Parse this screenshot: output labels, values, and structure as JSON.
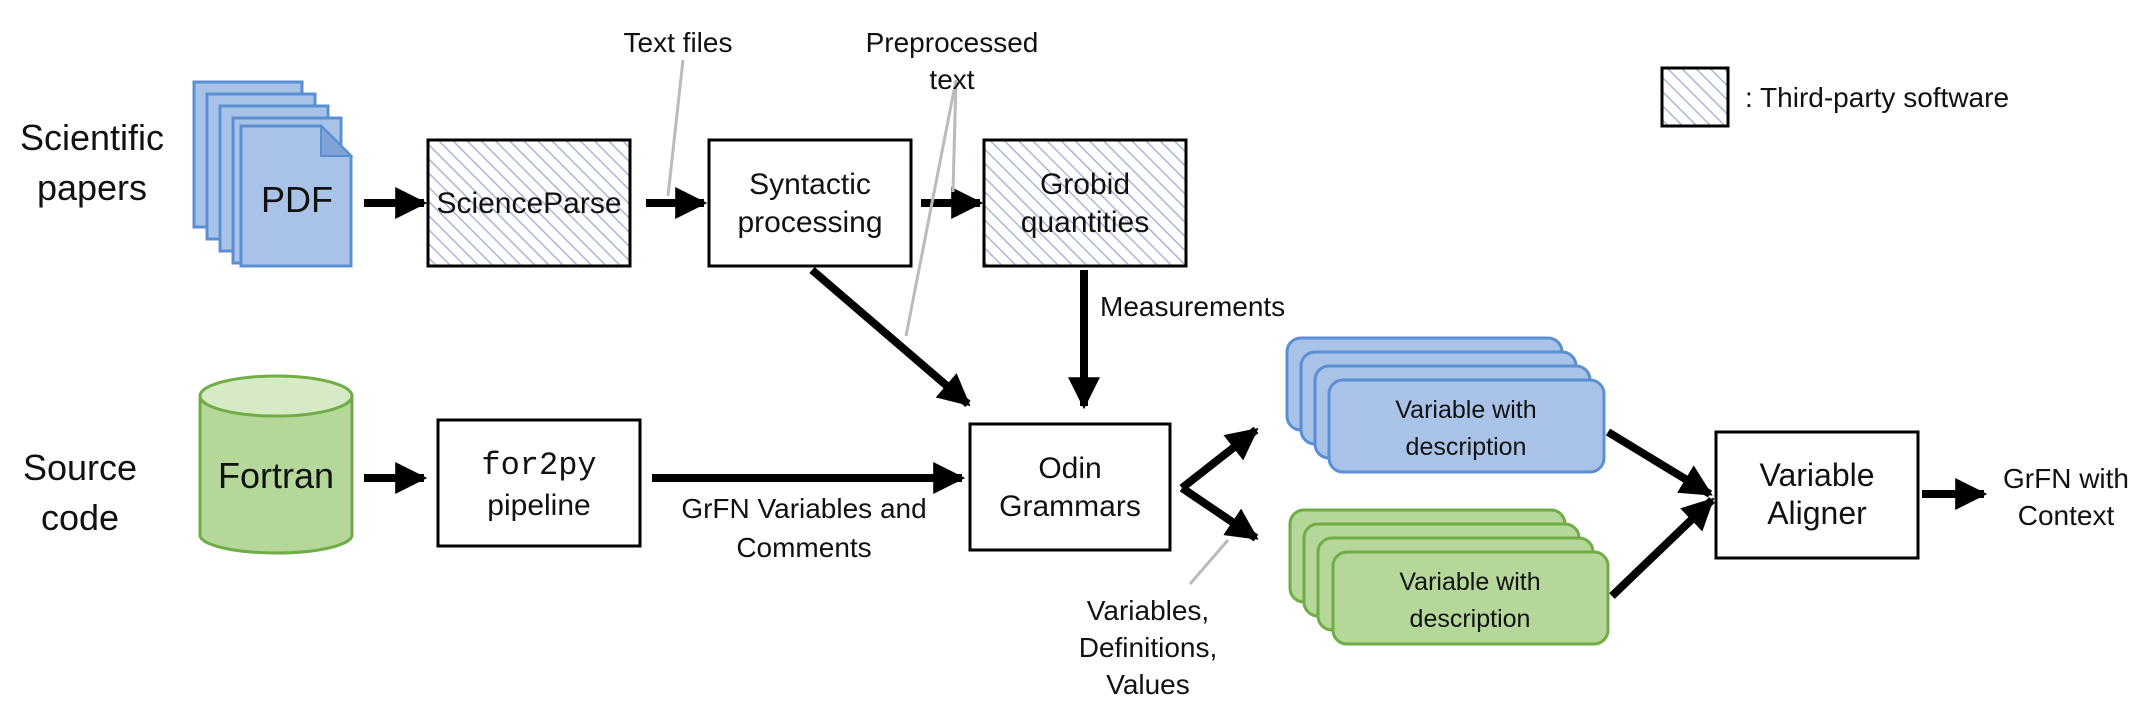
{
  "legend": {
    "label": ":  Third-party software"
  },
  "inputs": {
    "papers": {
      "line1": "Scientific",
      "line2": "papers"
    },
    "code": {
      "line1": "Source",
      "line2": "code"
    },
    "pdf_label": "PDF",
    "fortran_label": "Fortran"
  },
  "nodes": {
    "scienceparse": "ScienceParse",
    "syntactic": {
      "line1": "Syntactic",
      "line2": "processing"
    },
    "grobid": {
      "line1": "Grobid",
      "line2": "quantities"
    },
    "for2py": {
      "line1": "for2py",
      "line2": "pipeline"
    },
    "odin": {
      "line1": "Odin",
      "line2": "Grammars"
    },
    "aligner": {
      "line1": "Variable",
      "line2": "Aligner"
    },
    "blue_stack": {
      "line1": "Variable with",
      "line2": "description"
    },
    "green_stack": {
      "line1": "Variable with",
      "line2": "description"
    }
  },
  "edge_labels": {
    "text_files": "Text files",
    "preprocessed": {
      "line1": "Preprocessed",
      "line2": "text"
    },
    "measurements": "Measurements",
    "grfn_vars": {
      "line1": "GrFN Variables and",
      "line2": "Comments"
    },
    "vdv": {
      "line1": "Variables,",
      "line2": "Definitions,",
      "line3": "Values"
    }
  },
  "output": {
    "line1": "GrFN with",
    "line2": "Context"
  },
  "colors": {
    "blue_fill": "#a9c3e8",
    "blue_stroke": "#5b8fd4",
    "green_fill": "#b5d79a",
    "green_stroke": "#70ad47",
    "green_top": "#d6eac6",
    "hatch": "#a9b8d6",
    "callout": "#bbbbbb"
  },
  "icons": {
    "pdf": "document-stack-icon",
    "fortran": "database-cylinder-icon"
  }
}
